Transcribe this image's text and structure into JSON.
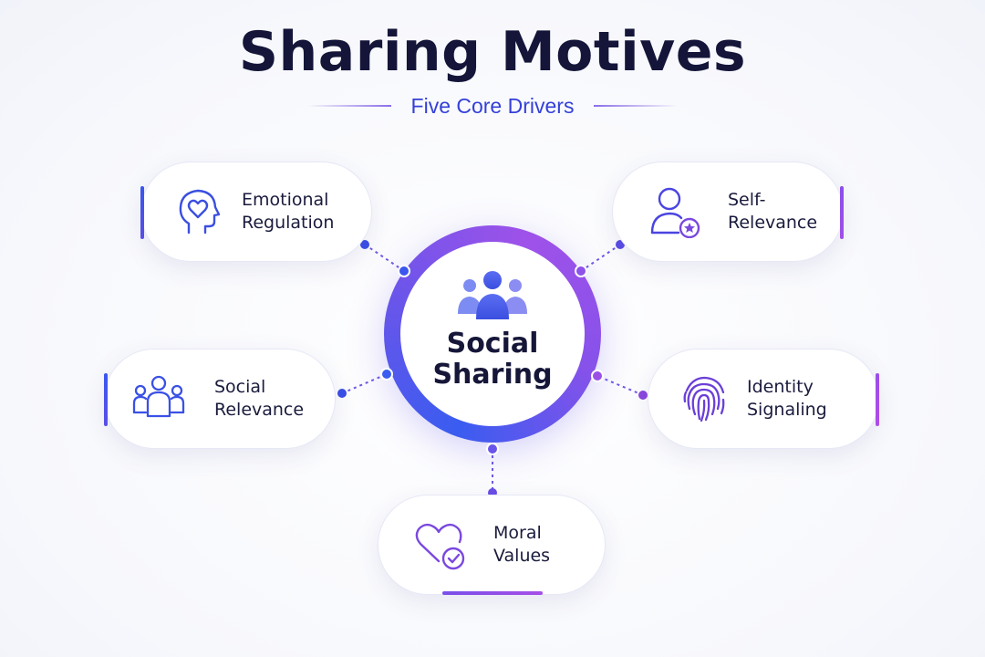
{
  "header": {
    "title": "Sharing Motives",
    "subtitle": "Five Core Drivers"
  },
  "hub": {
    "label_line1": "Social",
    "label_line2": "Sharing",
    "icon": "group-of-people-icon"
  },
  "motives": [
    {
      "id": "emotional-regulation",
      "line1": "Emotional",
      "line2": "Regulation",
      "icon": "head-with-heart-icon",
      "color": "#3a4fe0"
    },
    {
      "id": "self-relevance",
      "line1": "Self-",
      "line2": "Relevance",
      "icon": "person-with-star-icon",
      "color": "#4a45e0"
    },
    {
      "id": "social-relevance",
      "line1": "Social",
      "line2": "Relevance",
      "icon": "people-outline-icon",
      "color": "#3a50e6"
    },
    {
      "id": "identity-signaling",
      "line1": "Identity",
      "line2": "Signaling",
      "icon": "fingerprint-icon",
      "color": "#6a3fd8"
    },
    {
      "id": "moral-values",
      "line1": "Moral",
      "line2": "Values",
      "icon": "heart-with-check-icon",
      "color": "#7a48e0"
    }
  ],
  "colors": {
    "blue": "#3a5cf0",
    "purple": "#9f52e9",
    "title": "#141539",
    "subtitle": "#3440d8"
  }
}
